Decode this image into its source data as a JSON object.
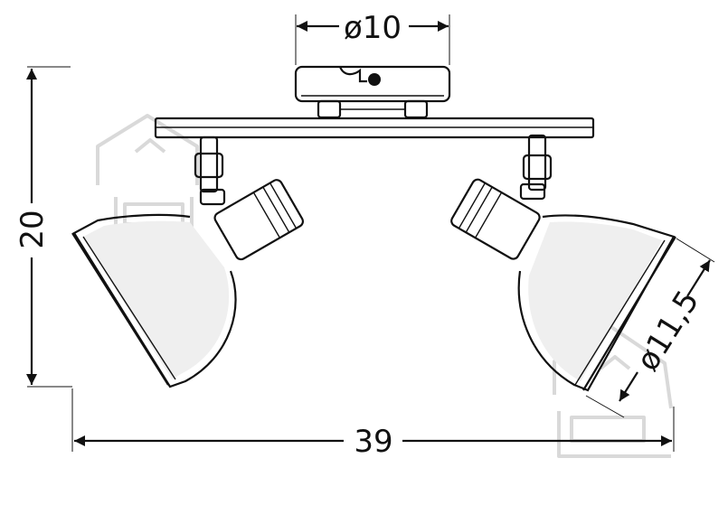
{
  "dimensions": {
    "mount_diameter": "ø10",
    "total_height": "20",
    "shade_diameter": "ø11,5",
    "total_width": "39"
  },
  "colors": {
    "line": "#111111",
    "watermark": "#d9d9d9"
  },
  "icons": {
    "watermark": "house-with-sofa-icon"
  }
}
